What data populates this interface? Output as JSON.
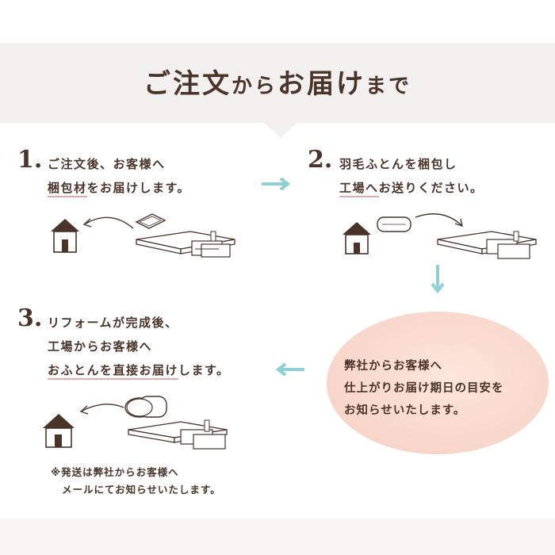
{
  "header": {
    "title_part1": "ご注文",
    "title_part2": "から",
    "title_part3": "お届け",
    "title_part4": "まで"
  },
  "steps": [
    {
      "number": "1.",
      "line1": "ご注文後、お客様へ",
      "line2_pre": "",
      "line2_mark": "梱包材",
      "line2_post": "をお届けします。"
    },
    {
      "number": "2.",
      "line1": "羽毛ふとんを梱包し",
      "line2_pre": "",
      "line2_mark": "工場へ",
      "line2_post": "お送りください。"
    },
    {
      "number": "3.",
      "line1": "リフォームが完成後、",
      "line2": "工場からお客様へ",
      "line3_mark": "おふとんを直接お届け",
      "line3_post": "します。"
    }
  ],
  "bubble": {
    "line1": "弊社からお客様へ",
    "line2": "仕上がりお届け期日の目安を",
    "line3": "お知らせいたします。"
  },
  "note": {
    "line1": "※発送は弊社からお客様へ",
    "line2": "メールにてお知らせいたします。"
  },
  "colors": {
    "text": "#4a3328",
    "arrow": "#8fcfd6",
    "underline": "#e8a9ad",
    "bubble": "#f8d4c8",
    "band": "#f1f0ef"
  }
}
